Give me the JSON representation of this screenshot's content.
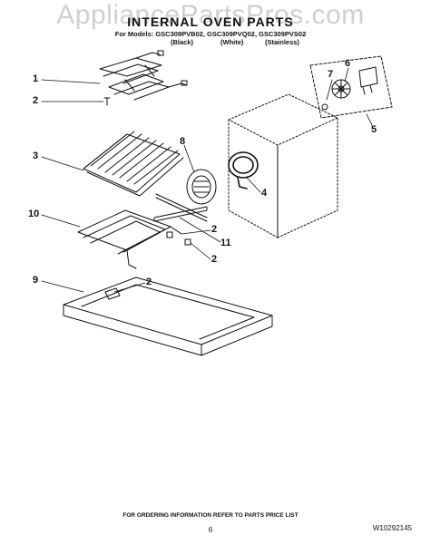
{
  "header": {
    "watermark": "AppliancePartsPros.com",
    "title": "INTERNAL OVEN PARTS",
    "models_line": "For Models: GSC309PVB02, GSC309PVQ02, GSC309PVS02",
    "columns": [
      "(Black)",
      "(White)",
      "(Stainless)"
    ]
  },
  "callouts": [
    "1",
    "2",
    "3",
    "10",
    "2",
    "9",
    "2",
    "8",
    "4",
    "11",
    "2",
    "7",
    "6",
    "5"
  ],
  "footer": {
    "note": "FOR ORDERING INFORMATION REFER TO PARTS PRICE LIST",
    "page": "6",
    "doc_code": "W10292145"
  },
  "colors": {
    "ink": "#111111",
    "watermark": "#969696"
  }
}
